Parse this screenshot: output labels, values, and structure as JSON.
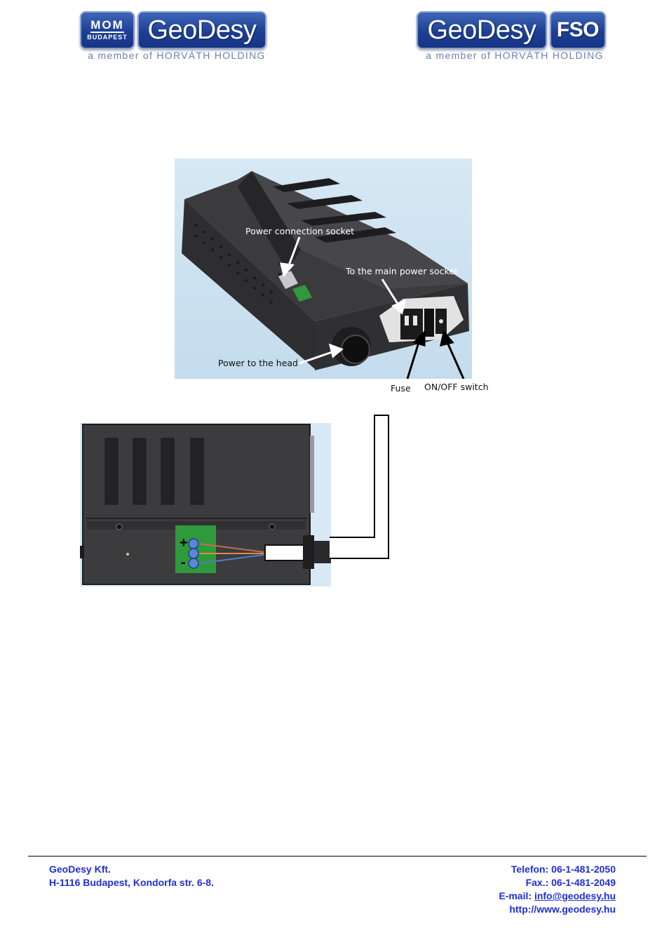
{
  "header": {
    "left_logo": {
      "mom": "MOM",
      "budapest": "BUDAPEST",
      "wordmark": "GeoDesy",
      "member": "a member of HORVÁTH HOLDING"
    },
    "right_logo": {
      "wordmark": "GeoDesy",
      "fso": "FSO",
      "member": "a member of HORVÁTH HOLDING"
    }
  },
  "figure1": {
    "callouts": {
      "power_connection": "Power connection socket",
      "main_power": "To the main power socket",
      "power_head": "Power to the head",
      "fuse": "Fuse",
      "switch": "ON/OFF switch"
    }
  },
  "figure2": {
    "terminal_plus": "+",
    "terminal_minus": "-",
    "wire_colors": [
      "#c56b4a",
      "#e08a3a",
      "#4a7fc9"
    ]
  },
  "footer": {
    "company": "GeoDesy Kft.",
    "address": "H-1116 Budapest, Kondorfa str. 6-8.",
    "phone": "Telefon: 06-1-481-2050",
    "fax": "Fax.: 06-1-481-2049",
    "email_label": "E-mail:",
    "email": "info@geodesy.hu",
    "web": "http://www.geodesy.hu"
  }
}
